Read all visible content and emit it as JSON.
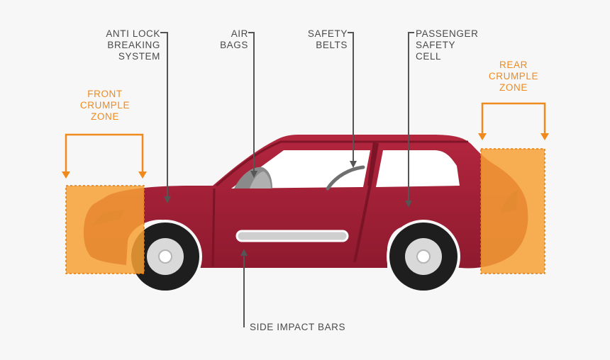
{
  "labels": {
    "anti_lock": "ANTI LOCK\nBREAKING\nSYSTEM",
    "air_bags": "AIR\nBAGS",
    "safety_belts": "SAFETY\nBELTS",
    "passenger_cell": "PASSENGER\nSAFETY\nCELL",
    "front_crumple": "FRONT\nCRUMPLE\nZONE",
    "rear_crumple": "REAR\nCRUMPLE\nZONE",
    "side_impact": "SIDE IMPACT BARS"
  },
  "colors": {
    "background": "#f7f7f7",
    "car_body": "#9b1c34",
    "car_body_light": "#b6283f",
    "crumple_zone": "#f7a035",
    "accent_orange": "#f08a1c",
    "label_text": "#4a4a4a",
    "pointer": "#555555",
    "tyre": "#1e1e1e",
    "rim": "#d9d9d9"
  }
}
